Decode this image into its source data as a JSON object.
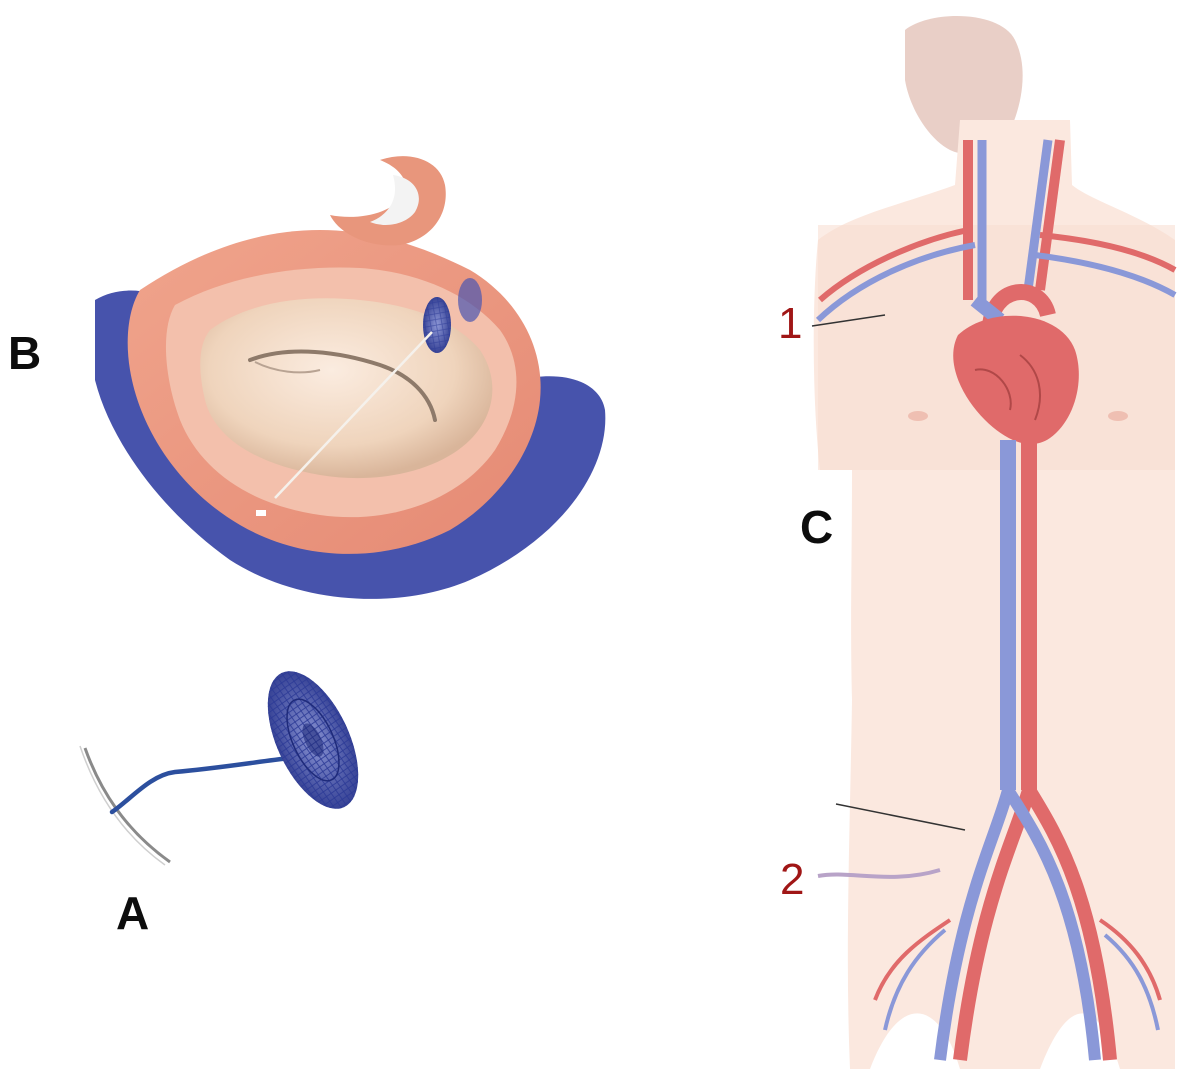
{
  "panels": {
    "a": {
      "letter": "A"
    },
    "b": {
      "letter": "B"
    },
    "c": {
      "letter": "C"
    }
  },
  "callouts": {
    "one": "1",
    "two": "2"
  },
  "colors": {
    "occluder_blue": "#3b4ba8",
    "tissue_pink": "#e9987f",
    "tissue_light": "#f2c3b0",
    "valve_cream": "#f1dcc6",
    "body_skin": "#fbe8df",
    "artery_red": "#e06a6a",
    "vein_blue": "#8a98d8",
    "callout_red": "#a01616",
    "letter_black": "#0d0d0d"
  }
}
